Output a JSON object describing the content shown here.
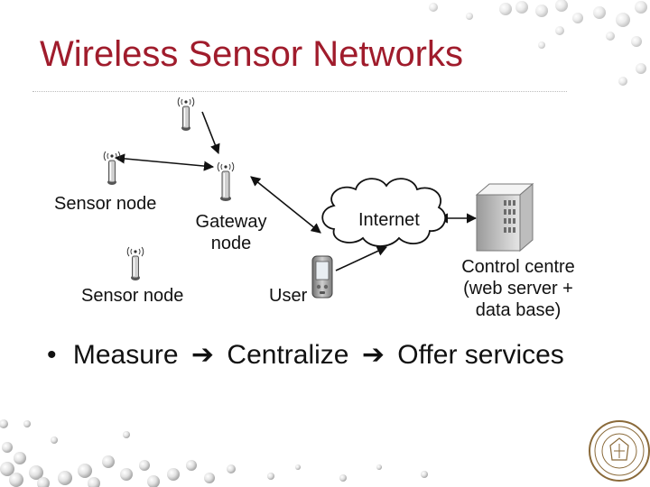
{
  "slide": {
    "title": "Wireless Sensor Networks"
  },
  "diagram": {
    "labels": {
      "sensor_node_1": "Sensor node",
      "gateway_line1": "Gateway",
      "gateway_line2": "node",
      "sensor_node_2": "Sensor node",
      "user": "User",
      "internet": "Internet",
      "control_line1": "Control centre",
      "control_line2": "(web server +",
      "control_line3": "data base)"
    }
  },
  "bullets": [
    {
      "text_1": "Measure",
      "arrow_1": "➔",
      "text_2": "Centralize",
      "arrow_2": "➔",
      "text_3": "Offer services"
    }
  ],
  "colors": {
    "title": "#a01c2c",
    "text": "#111111",
    "pearl": "#e6e6e6"
  }
}
